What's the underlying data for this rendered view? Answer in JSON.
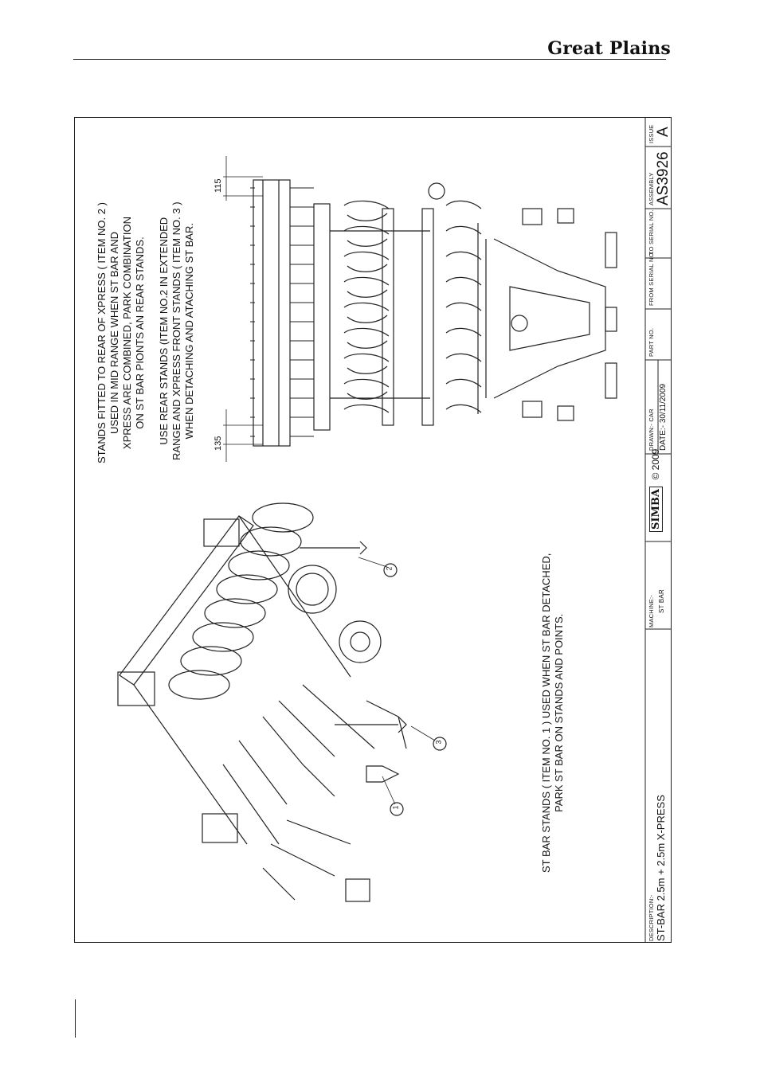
{
  "header": {
    "brand": "Great Plains"
  },
  "drawing": {
    "note_rear_stands": [
      "STANDS FITTED TO REAR OF XPRESS ( ITEM NO. 2 )",
      "USED IN MID RANGE WHEN ST BAR AND",
      "XPRESS ARE COMBINED, PARK COMBINATION",
      "ON ST BAR PIONTS AN REAR STANDS."
    ],
    "note_extended": [
      "USE REAR STANDS (ITEM NO.2 IN EXTENDED",
      "RANGE AND XPRESS FRONT STANDS ( ITEM NO. 3 )",
      "WHEN DETACHING AND ATACHING ST BAR."
    ],
    "note_st_bar": [
      "ST BAR STANDS ( ITEM NO. 1 ) USED WHEN ST BAR DETACHED,",
      "PARK ST BAR ON STANDS AND POINTS."
    ],
    "dim_left": "135",
    "dim_right": "115",
    "callouts": [
      "1",
      "2",
      "3"
    ]
  },
  "title_block": {
    "description_label": "DESCRIPTION:-",
    "description": "ST-BAR 2.5m + 2.5m X-PRESS",
    "machine_label": "MACHINE:-",
    "machine": "ST  BAR",
    "logo": "SIMBA",
    "copyright": "© 2009",
    "drawn": "DRAWN:-  CAR",
    "date": "DATE:-  30/11/2009",
    "part_no_label": "PART NO.",
    "from_serial_label": "FROM SERIAL NO.",
    "to_serial_label": "TO SERIAL NO.",
    "assembly_label": "ASSEMBLY",
    "assembly": "AS3926",
    "issue_label": "ISSUE",
    "issue": "A"
  }
}
